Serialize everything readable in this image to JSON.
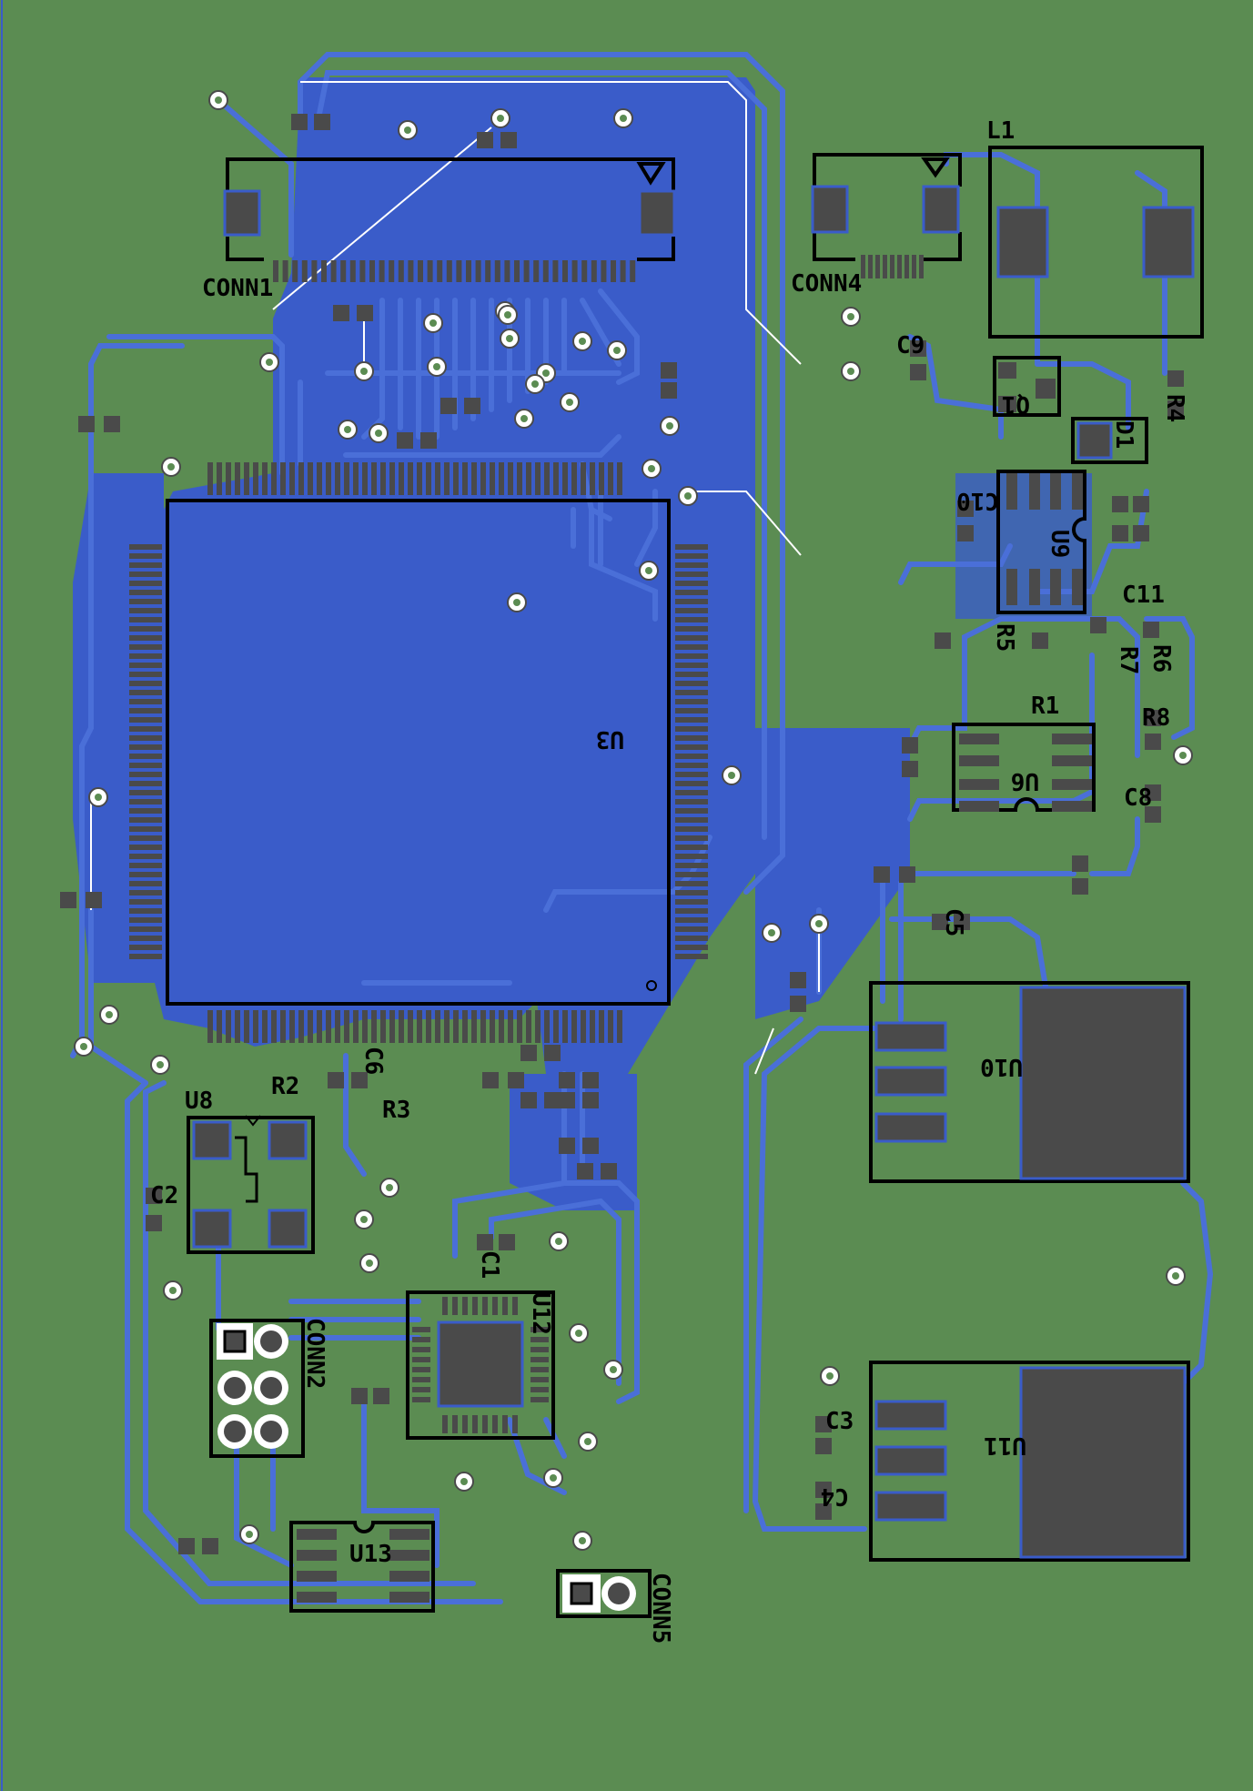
{
  "colors": {
    "board": "#5b8c52",
    "copper": "#3a5cc9",
    "trace": "#4a6fd8",
    "silkscreen": "#000000",
    "pad": "#4a4a4a",
    "via": "#ffffff"
  },
  "refdes": {
    "conn1": "CONN1",
    "conn2": "CONN2",
    "conn4": "CONN4",
    "conn5": "CONN5",
    "u3": "U3",
    "u6": "U6",
    "u8": "U8",
    "u9": "U9",
    "u10": "U10",
    "u11": "U11",
    "u12": "U12",
    "u13": "U13",
    "l1": "L1",
    "q1": "Q1",
    "d1": "D1",
    "r1": "R1",
    "r2": "R2",
    "r3": "R3",
    "r4": "R4",
    "r5": "R5",
    "r6": "R6",
    "r7": "R7",
    "r8": "R8",
    "c1": "C1",
    "c2": "C2",
    "c3": "C3",
    "c4": "C4",
    "c5": "C5",
    "c6": "C6",
    "c8": "C8",
    "c9": "C9",
    "c10": "C10",
    "c11": "C11"
  }
}
